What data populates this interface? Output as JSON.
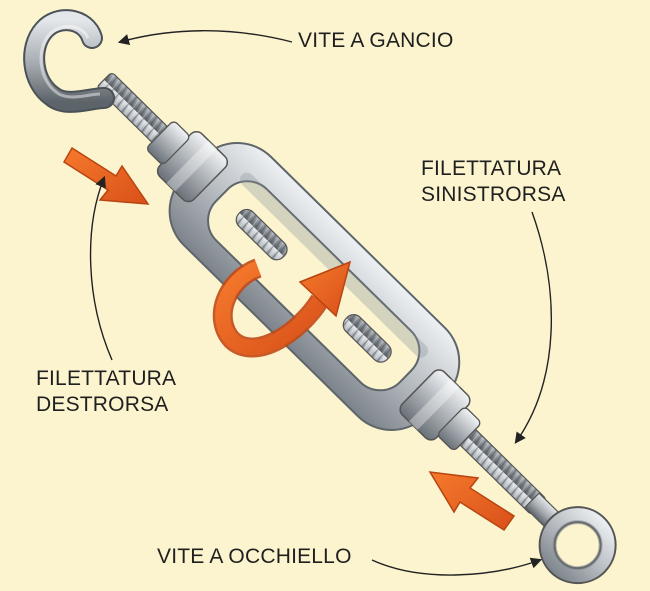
{
  "labels": {
    "vite_a_gancio": "VITE A GANCIO",
    "filettatura_sinistrorsa": [
      "FILETTATURA",
      "SINISTRORSA"
    ],
    "filettatura_destrorsa": [
      "FILETTATURA",
      "DESTRORSA"
    ],
    "vite_a_occhiello": "VITE A OCCHIELLO"
  },
  "colors": {
    "background": "#fbf4cf",
    "metal": "#b9bec3",
    "metal_dark": "#6f767d",
    "arrow_orange": "#e8611e",
    "text": "#1f1f1f"
  }
}
